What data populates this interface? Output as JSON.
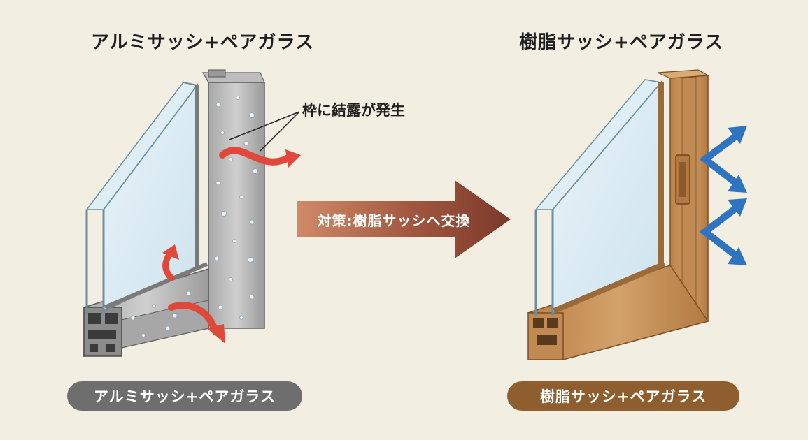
{
  "left_panel": {
    "title": "アルミサッシ+ペアガラス",
    "pill_label": "アルミサッシ+ペアガラス",
    "callout": "枠に結露が発生"
  },
  "right_panel": {
    "title": "樹脂サッシ+ペアガラス",
    "pill_label": "樹脂サッシ+ペアガラス"
  },
  "center_arrow": {
    "label": "対策:樹脂サッシへ交換"
  },
  "colors": {
    "background": "#f3eee2",
    "aluminum_pill": "#6e6e6e",
    "resin_pill": "#8f5e2e",
    "heat_loss_arrow": "#e0483a",
    "insulation_arrow": "#2e74c0",
    "resin_frame": "#c8955b"
  }
}
